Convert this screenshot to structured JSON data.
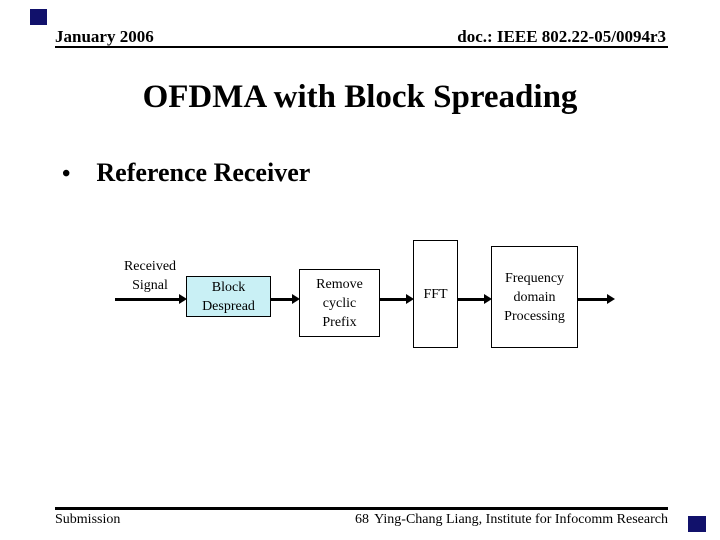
{
  "slide": {
    "colors": {
      "background": "#FFFFFF",
      "text": "#000000",
      "corner_accent": "#11116B",
      "highlight_fill": "#C9F0F5"
    },
    "header": {
      "date": "January 2006",
      "doc_number": "doc.: IEEE 802.22-05/0094r3"
    },
    "title": "OFDMA with Block Spreading",
    "bullet": {
      "marker": "•",
      "text": "Reference Receiver"
    },
    "diagram": {
      "input_label": [
        "Received",
        "Signal"
      ],
      "blocks": [
        {
          "label_lines": [
            "Block",
            "Despread"
          ],
          "fill": "#C9F0F5"
        },
        {
          "label_lines": [
            "Remove",
            "cyclic",
            "Prefix"
          ],
          "fill": "#FFFFFF"
        },
        {
          "label_lines": [
            "FFT"
          ],
          "fill": "#FFFFFF"
        },
        {
          "label_lines": [
            "Frequency",
            "domain",
            "Processing"
          ],
          "fill": "#FFFFFF"
        }
      ]
    },
    "footer": {
      "left": "Submission",
      "page_number": "68",
      "right": "Ying-Chang Liang, Institute for Infocomm Research"
    }
  }
}
